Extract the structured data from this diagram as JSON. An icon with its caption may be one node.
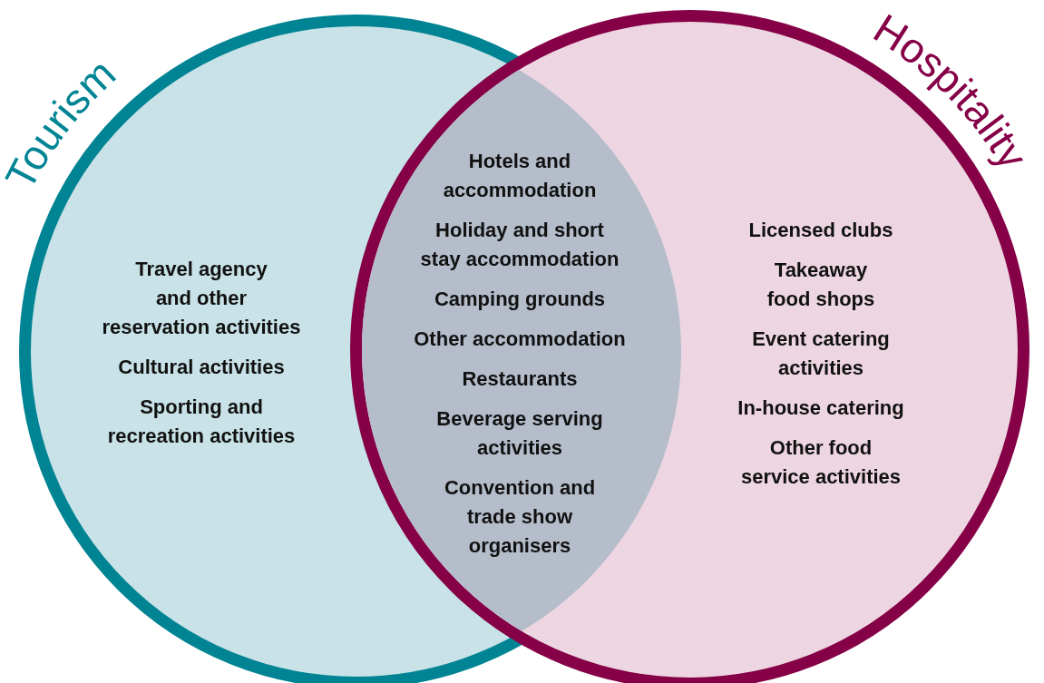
{
  "diagram": {
    "nodes": [
      {
        "text": [
          "Tourism",
          "Travel agency and other reservation activities",
          "Cultural activities",
          "Sporting and recreation activities"
        ]
      },
      {
        "text": [
          "Hospitality",
          "Licensed clubs",
          "Takeaway food shops",
          "Event catering activities",
          "In-house catering",
          "Other food service activities"
        ]
      },
      {
        "text": [
          "Hotels and accommodation",
          "Holiday and short stay accommodation",
          "Camping grounds",
          "Other accommodation",
          "Restaurants",
          "Beverage serving activities",
          "Convention and trade show organisers"
        ]
      }
    ]
  }
}
